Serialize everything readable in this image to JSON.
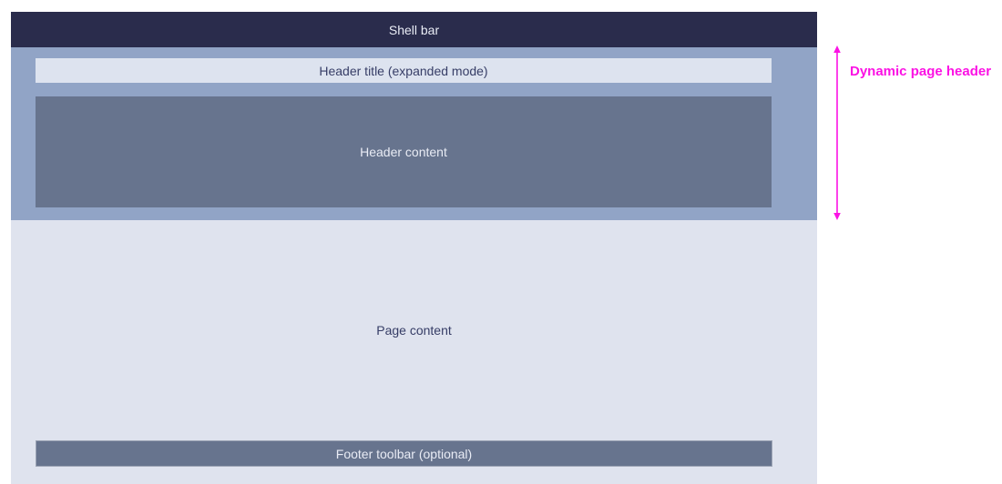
{
  "shell_bar": {
    "label": "Shell bar"
  },
  "dynamic_page_header": {
    "header_title": {
      "label": "Header title (expanded mode)"
    },
    "header_content": {
      "label": "Header content"
    }
  },
  "page": {
    "content_label": "Page content",
    "footer_toolbar": {
      "label": "Footer toolbar (optional)"
    }
  },
  "annotation": {
    "label": "Dynamic page header"
  },
  "colors": {
    "shell-bg": "#2a2c4c",
    "band-bg": "#91a4c6",
    "title-bg": "#dde3ef",
    "box-bg": "#67748e",
    "page-bg": "#dfe3ee",
    "annotation": "#fb12e4",
    "dark-text": "#363d66",
    "light-text": "#e9ecf5"
  }
}
